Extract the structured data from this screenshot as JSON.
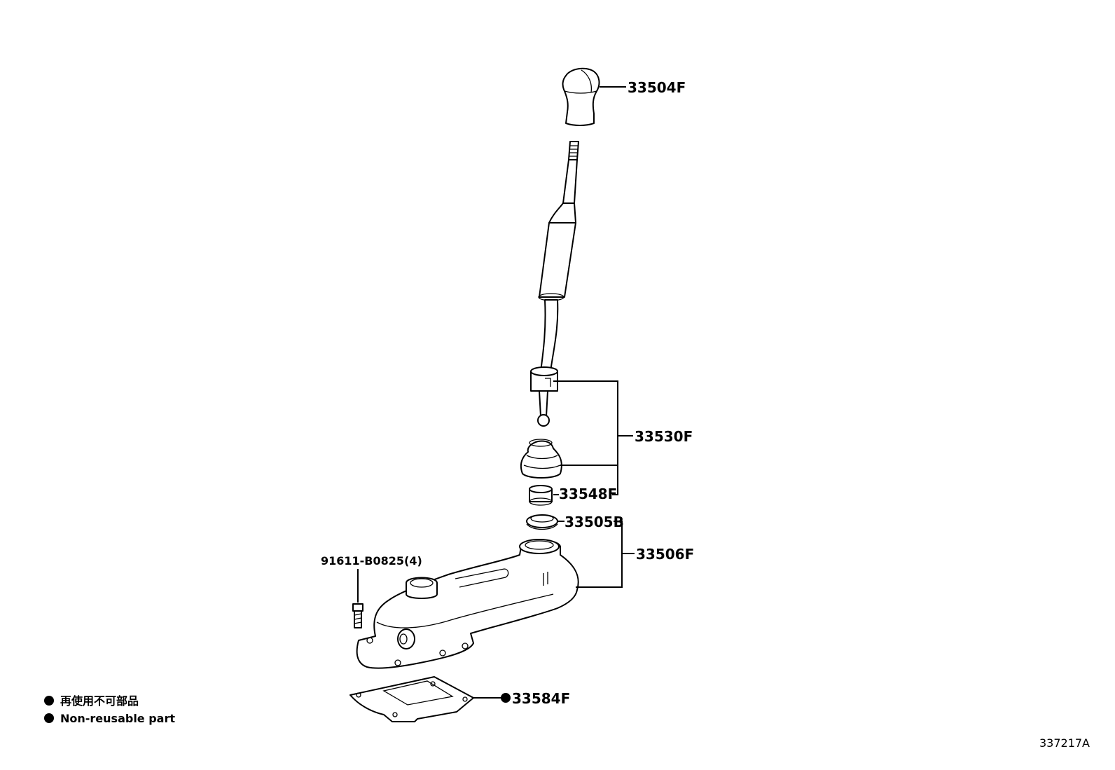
{
  "callouts": {
    "knob": "33504F",
    "lever_assy": "33530F",
    "bushing": "33548F",
    "seat": "33505B",
    "retainer": "33506F",
    "bolt": "91611-B0825(4)",
    "gasket": "33584F"
  },
  "legend": {
    "line_ja": "再使用不可部品",
    "line_en": "Non-reusable part"
  },
  "illustration_code": "337217A"
}
